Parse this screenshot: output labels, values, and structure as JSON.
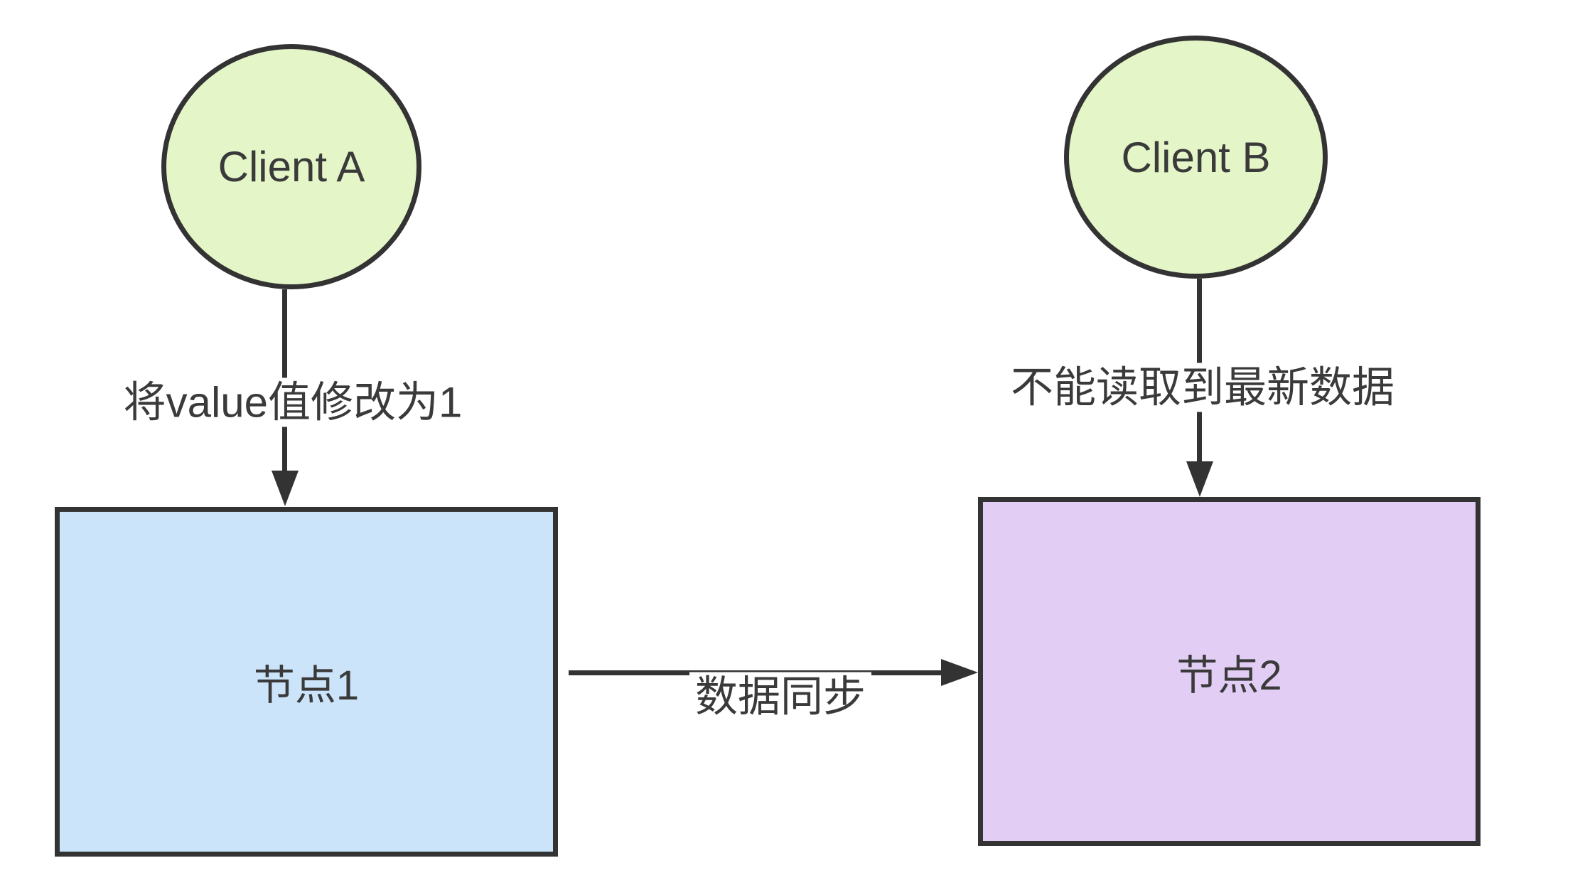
{
  "diagram": {
    "clients": [
      {
        "id": "client-a",
        "label": "Client A"
      },
      {
        "id": "client-b",
        "label": "Client B"
      }
    ],
    "nodes": [
      {
        "id": "node1",
        "label": "节点1"
      },
      {
        "id": "node2",
        "label": "节点2"
      }
    ],
    "edges": [
      {
        "from": "client-a",
        "to": "node1",
        "label": "将value值修改为1"
      },
      {
        "from": "client-b",
        "to": "node2",
        "label": "不能读取到最新数据"
      },
      {
        "from": "node1",
        "to": "node2",
        "label": "数据同步"
      }
    ],
    "colors": {
      "client_fill": "#E4F6C8",
      "node1_fill": "#CBE4FA",
      "node2_fill": "#E2CDF5",
      "stroke": "#333333",
      "text": "#3A3A3A",
      "background": "#FFFFFF"
    }
  }
}
